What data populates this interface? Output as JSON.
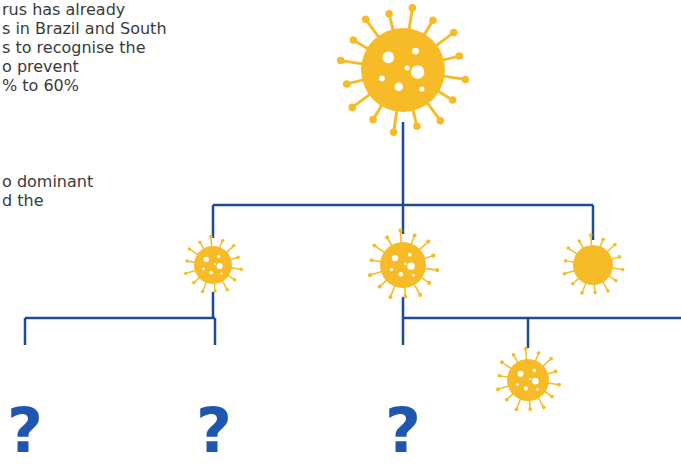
{
  "diagram": {
    "labels": [
      "rus has already",
      "s in Brazil and South",
      "s to recognise the",
      "o prevent",
      "% to 60%",
      "o dominant",
      "d the",
      "?",
      "?",
      "?"
    ]
  }
}
